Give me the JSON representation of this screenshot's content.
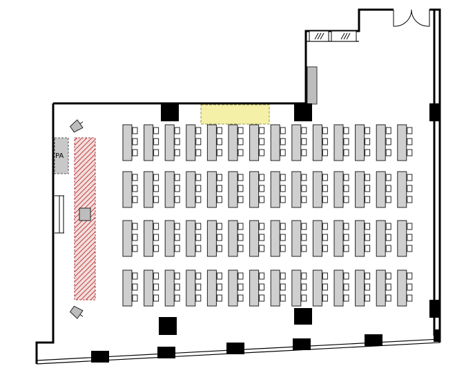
{
  "diagram": {
    "labels": {
      "pa": "PA"
    },
    "seating": {
      "row_blocks": 4,
      "tables_per_block": 14,
      "chairs_per_table": 3
    }
  }
}
